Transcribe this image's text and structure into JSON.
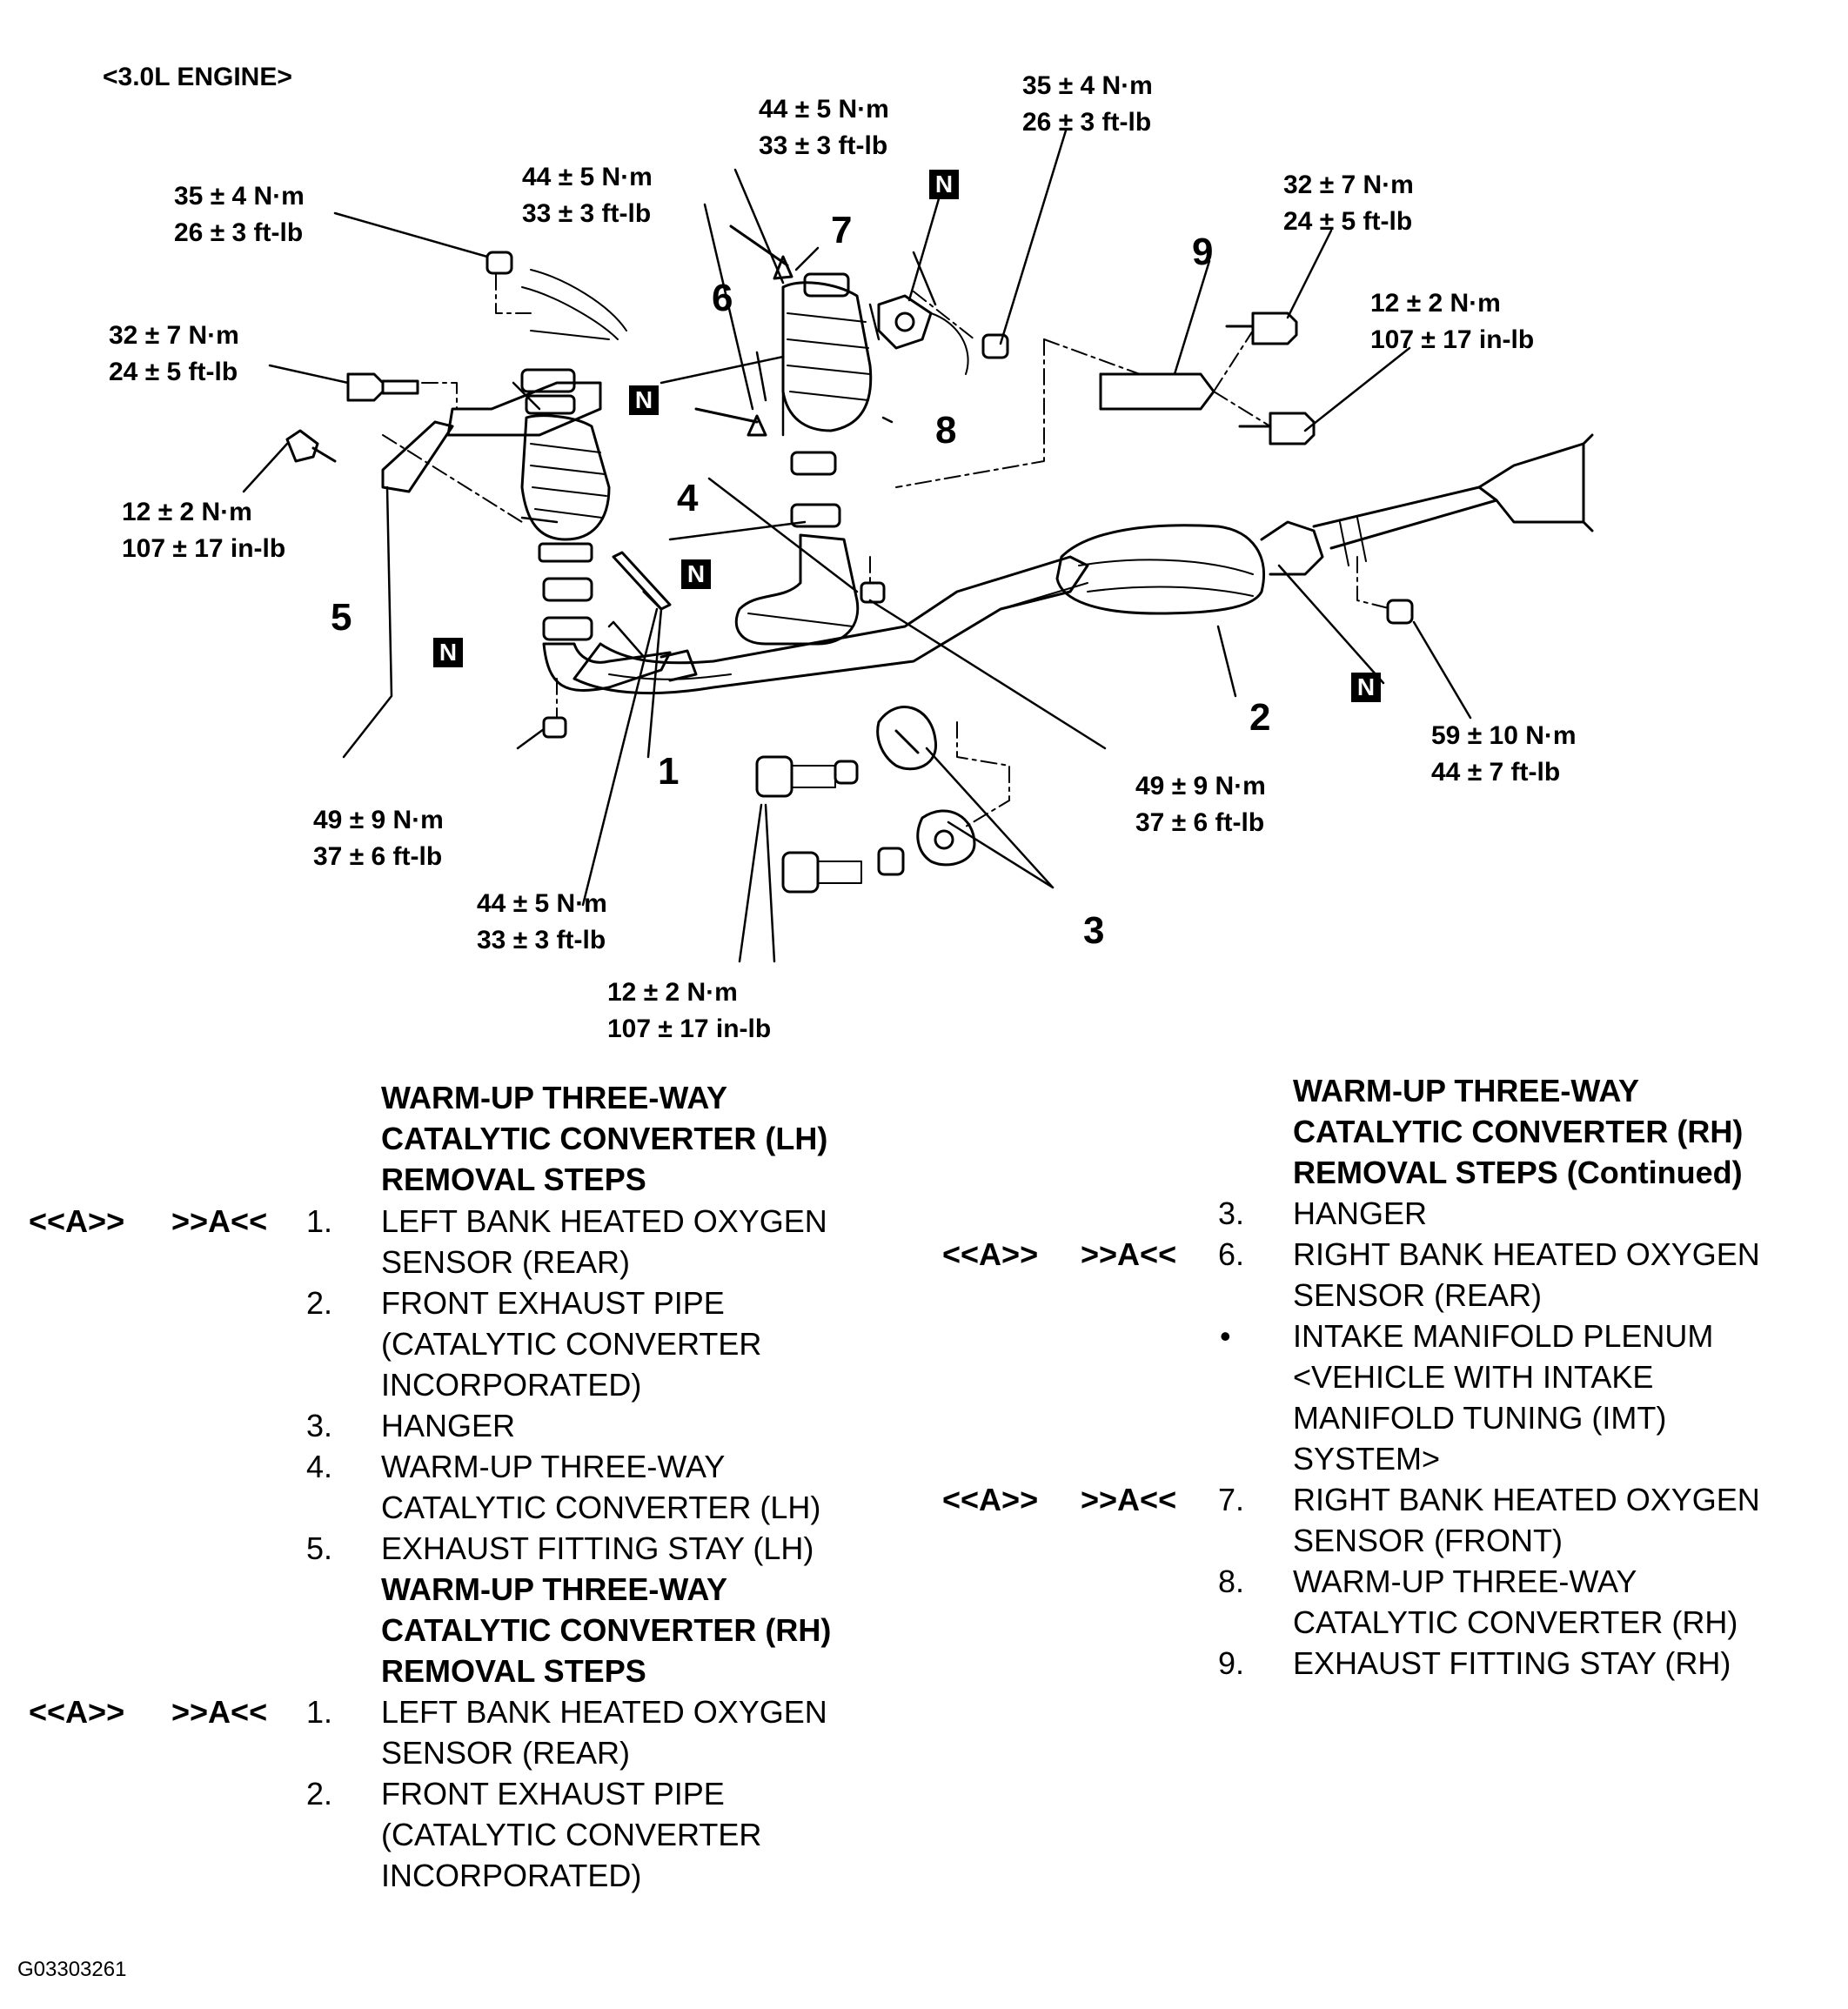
{
  "engine_label": "<3.0L ENGINE>",
  "figure_id": "G03303261",
  "n_marker": "N",
  "callouts": [
    "1",
    "2",
    "3",
    "4",
    "5",
    "6",
    "7",
    "8",
    "9"
  ],
  "torques": [
    {
      "lines": [
        "35 ± 4 N·m",
        "26 ± 3 ft-lb"
      ]
    },
    {
      "lines": [
        "32 ± 7 N·m",
        "24 ± 5 ft-lb"
      ]
    },
    {
      "lines": [
        "12 ± 2 N·m",
        "107 ± 17 in-lb"
      ]
    },
    {
      "lines": [
        "44 ± 5 N·m",
        "33 ± 3 ft-lb"
      ]
    },
    {
      "lines": [
        "44 ± 5 N·m",
        "33 ± 3 ft-lb"
      ]
    },
    {
      "lines": [
        "35 ± 4 N·m",
        "26 ± 3 ft-lb"
      ]
    },
    {
      "lines": [
        "32 ± 7 N·m",
        "24 ± 5 ft-lb"
      ]
    },
    {
      "lines": [
        "12 ± 2 N·m",
        "107 ± 17 in-lb"
      ]
    },
    {
      "lines": [
        "49 ± 9 N·m",
        "37 ± 6 ft-lb"
      ]
    },
    {
      "lines": [
        "59 ± 10 N·m",
        "44 ± 7 ft-lb"
      ]
    },
    {
      "lines": [
        "49 ± 9 N·m",
        "37 ± 6 ft-lb"
      ]
    },
    {
      "lines": [
        "44 ± 5 N·m",
        "33 ± 3 ft-lb"
      ]
    },
    {
      "lines": [
        "12 ± 2 N·m",
        "107 ± 17 in-lb"
      ]
    }
  ],
  "left_column": {
    "section1": {
      "heading": [
        "WARM-UP THREE-WAY",
        "CATALYTIC CONVERTER (LH)",
        "REMOVAL STEPS"
      ],
      "steps": [
        {
          "c1": "<<A>>",
          "c2": ">>A<<",
          "num": "1.",
          "lines": [
            "LEFT BANK HEATED OXYGEN",
            "SENSOR (REAR)"
          ]
        },
        {
          "c1": "",
          "c2": "",
          "num": "2.",
          "lines": [
            "FRONT EXHAUST PIPE",
            "(CATALYTIC CONVERTER",
            "INCORPORATED)"
          ]
        },
        {
          "c1": "",
          "c2": "",
          "num": "3.",
          "lines": [
            "HANGER"
          ]
        },
        {
          "c1": "",
          "c2": "",
          "num": "4.",
          "lines": [
            "WARM-UP THREE-WAY",
            "CATALYTIC CONVERTER (LH)"
          ]
        },
        {
          "c1": "",
          "c2": "",
          "num": "5.",
          "lines": [
            "EXHAUST FITTING STAY (LH)"
          ]
        }
      ]
    },
    "section2": {
      "heading": [
        "WARM-UP THREE-WAY",
        "CATALYTIC CONVERTER (RH)",
        "REMOVAL STEPS"
      ],
      "steps": [
        {
          "c1": "<<A>>",
          "c2": ">>A<<",
          "num": "1.",
          "lines": [
            "LEFT BANK HEATED OXYGEN",
            "SENSOR (REAR)"
          ]
        },
        {
          "c1": "",
          "c2": "",
          "num": "2.",
          "lines": [
            "FRONT EXHAUST PIPE",
            "(CATALYTIC CONVERTER",
            "INCORPORATED)"
          ]
        }
      ]
    }
  },
  "right_column": {
    "heading": [
      "WARM-UP THREE-WAY",
      "CATALYTIC CONVERTER (RH)",
      "REMOVAL STEPS (Continued)"
    ],
    "steps": [
      {
        "c1": "",
        "c2": "",
        "num": "3.",
        "lines": [
          "HANGER"
        ]
      },
      {
        "c1": "<<A>>",
        "c2": ">>A<<",
        "num": "6.",
        "lines": [
          "RIGHT BANK HEATED OXYGEN",
          "SENSOR (REAR)"
        ]
      },
      {
        "c1": "",
        "c2": "",
        "num": "•",
        "lines": [
          "INTAKE MANIFOLD PLENUM",
          "<VEHICLE WITH INTAKE",
          "MANIFOLD TUNING (IMT)",
          "SYSTEM>"
        ]
      },
      {
        "c1": "<<A>>",
        "c2": ">>A<<",
        "num": "7.",
        "lines": [
          "RIGHT BANK HEATED OXYGEN",
          "SENSOR (FRONT)"
        ]
      },
      {
        "c1": "",
        "c2": "",
        "num": "8.",
        "lines": [
          "WARM-UP THREE-WAY",
          "CATALYTIC CONVERTER (RH)"
        ]
      },
      {
        "c1": "",
        "c2": "",
        "num": "9.",
        "lines": [
          "EXHAUST FITTING STAY (RH)"
        ]
      }
    ]
  }
}
